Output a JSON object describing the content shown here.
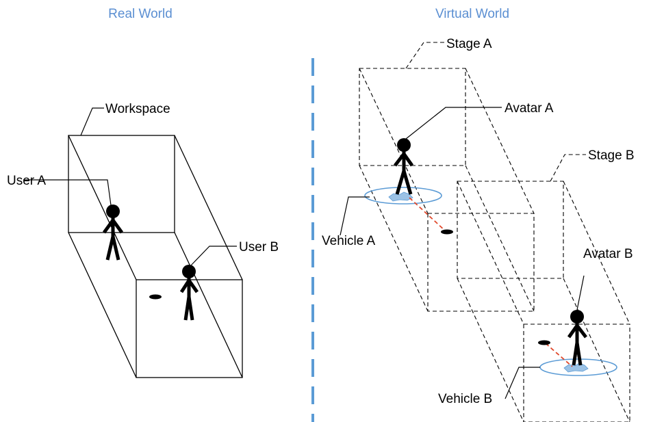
{
  "headers": {
    "real_world": "Real World",
    "virtual_world": "Virtual World"
  },
  "labels": {
    "workspace": "Workspace",
    "user_a": "User A",
    "user_b": "User B",
    "stage_a": "Stage A",
    "stage_b": "Stage B",
    "avatar_a": "Avatar A",
    "avatar_b": "Avatar B",
    "vehicle_a": "Vehicle A",
    "vehicle_b": "Vehicle B"
  },
  "colors": {
    "header_text": "#5b8fd2",
    "divider": "#5b9bd5",
    "vehicle_ring": "#5b9bd5",
    "tether": "#e0482b"
  }
}
